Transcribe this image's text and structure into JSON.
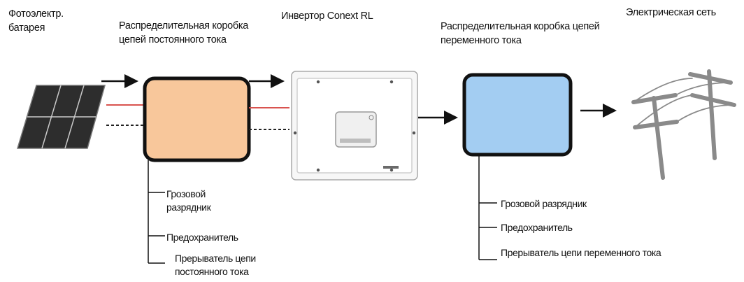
{
  "labels": {
    "pv_array": "Фотоэлектр.\nбатарея",
    "dc_box": "Распределительная коробка\nцепей постоянного тока",
    "inverter": "Инвертор Conext RL",
    "ac_box": "Распределительная коробка цепей\nпеременного тока",
    "grid": "Электрическая сеть"
  },
  "dc_components": [
    "Грозовой\nразрядник",
    "Предохранитель",
    "Прерыватель цепи\nпостоянного тока"
  ],
  "ac_components": [
    "Грозовой разрядник",
    "Предохранитель",
    "Прерыватель цепи переменного тока"
  ],
  "colors": {
    "dc_box_fill": "#f8c79b",
    "ac_box_fill": "#a3cdf2",
    "dc_line": "#d9534f",
    "outline": "#111111"
  },
  "icons": {
    "pv_array": "solar-panel-icon",
    "inverter": "inverter-device-icon",
    "grid": "power-pole-icon"
  }
}
